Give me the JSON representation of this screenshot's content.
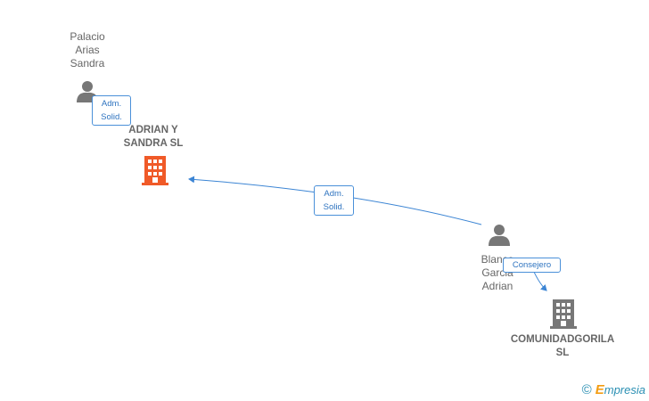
{
  "nodes": {
    "person_palacio": {
      "label": "Palacio\nArias\nSandra",
      "type": "person"
    },
    "company_adrian": {
      "label": "ADRIAN Y\nSANDRA  SL",
      "type": "company",
      "highlight": true
    },
    "person_blanco": {
      "label": "Blanco\nGarcia\nAdrian",
      "type": "person"
    },
    "company_comunidad": {
      "label": "COMUNIDADGORILA\nSL",
      "type": "company"
    }
  },
  "edges": [
    {
      "from": "person_palacio",
      "to": "company_adrian",
      "label": "Adm.\nSolid."
    },
    {
      "from": "person_blanco",
      "to": "company_adrian",
      "label": "Adm.\nSolid."
    },
    {
      "from": "person_blanco",
      "to": "company_comunidad",
      "label": "Consejero"
    }
  ],
  "colors": {
    "person_icon": "#777777",
    "company_highlight": "#f05a28",
    "company_default": "#777777",
    "edge": "#3c85d4"
  },
  "footer": {
    "copyright": "©",
    "brand_initial": "E",
    "brand_rest": "mpresia"
  }
}
